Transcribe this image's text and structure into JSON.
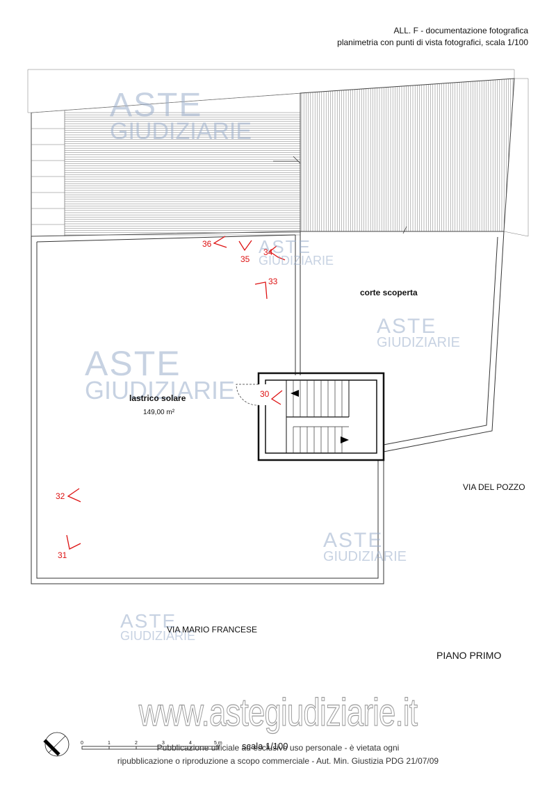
{
  "header": {
    "title": "ALL. F - documentazione fotografica",
    "subtitle": "planimetria con punti di vista fotografici, scala 1/100"
  },
  "watermark": {
    "aste": "ASTE",
    "giudiziarie": "GIUDIZIARIE",
    "url": "www.astegiudiziarie.it",
    "color": "#9aaecb"
  },
  "rooms": {
    "lastrico_label": "lastrico solare",
    "lastrico_area": "149,00 m²",
    "corte_label": "corte scoperta"
  },
  "streets": {
    "via_del_pozzo": "VIA DEL POZZO",
    "via_mario_francese": "VIA MARIO FRANCESE"
  },
  "floor_label": "PIANO PRIMO",
  "view_points": [
    "36",
    "35",
    "34",
    "33",
    "30",
    "32",
    "31"
  ],
  "view_point_color": "#dd1111",
  "scale_bar": {
    "ticks": [
      "0",
      "1",
      "2",
      "3",
      "4",
      "5 m"
    ],
    "label": "scala 1/100"
  },
  "footer": {
    "line1": "Pubblicazione ufficiale ad esclusivo uso personale - è vietata ogni",
    "line2": "ripubblicazione o riproduzione a scopo commerciale - Aut. Min. Giustizia PDG 21/07/09"
  }
}
